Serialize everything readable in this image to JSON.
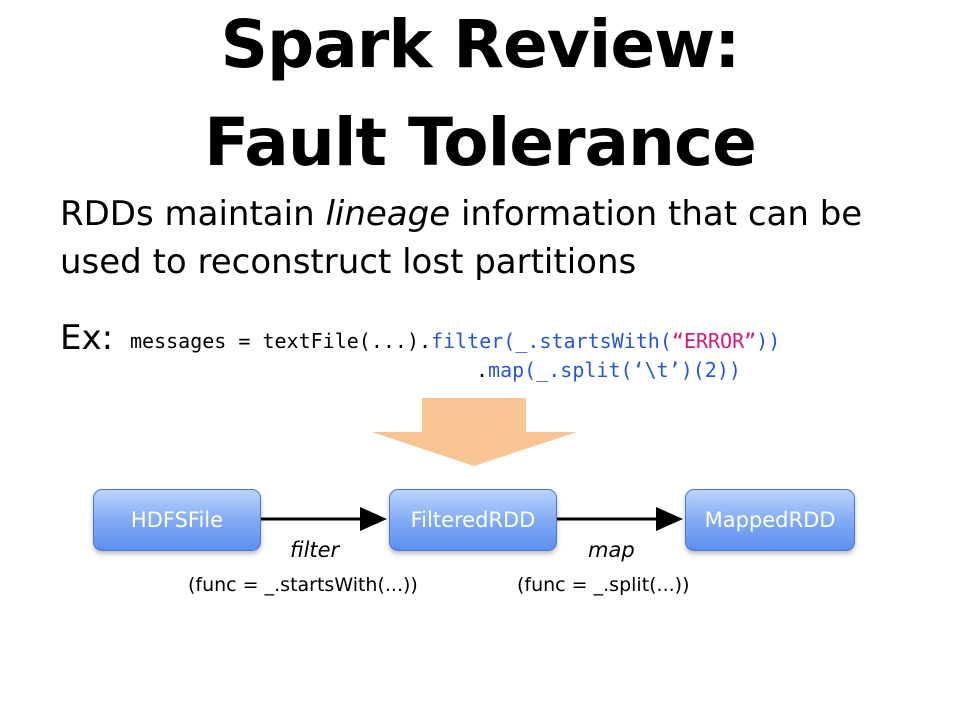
{
  "slide": {
    "title_line1": "Spark Review:",
    "title_line2": "Fault Tolerance",
    "body_part1": "RDDs maintain ",
    "body_emph": "lineage",
    "body_part2": " information that can be used to reconstruct lost partitions",
    "ex_label": "Ex:"
  },
  "code": {
    "line1_a": "messages = textFile(...).",
    "line1_kw": "filter",
    "line1_b": "(_.startsWith(",
    "line1_str": "“ERROR”",
    "line1_c": "))",
    "line2_a": ".",
    "line2_kw": "map",
    "line2_b": "(_.split(‘\\t’)(2))"
  },
  "diagram": {
    "arrow_color": "#f9c594",
    "nodes": [
      {
        "label": "HDFSFile"
      },
      {
        "label": "FilteredRDD"
      },
      {
        "label": "MappedRDD"
      }
    ],
    "edges": [
      {
        "label": "filter",
        "func": "(func = _.startsWith(...))"
      },
      {
        "label": "map",
        "func": "(func = _.split(...))"
      }
    ]
  }
}
